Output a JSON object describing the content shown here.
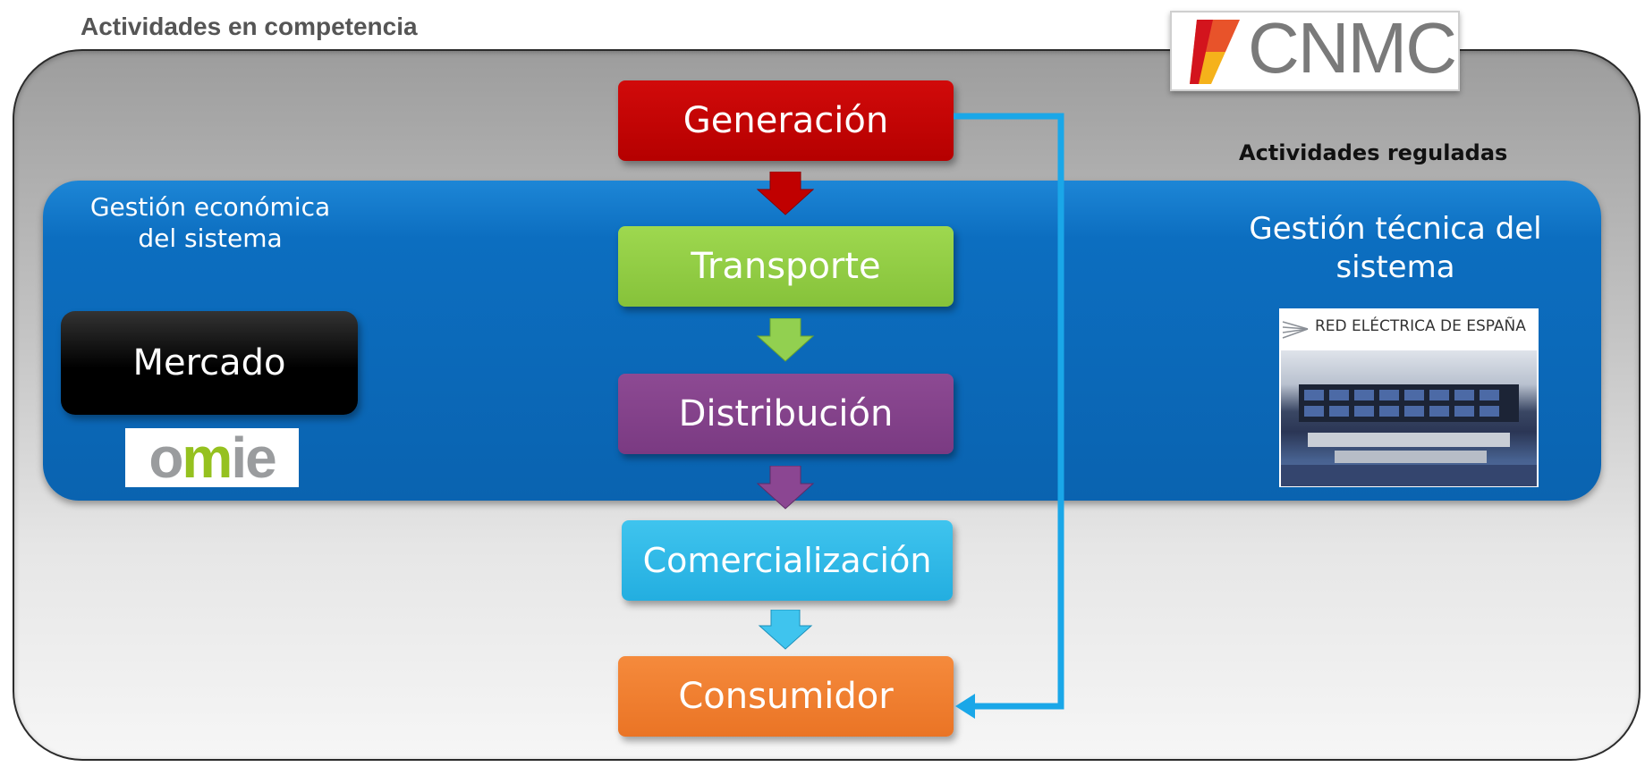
{
  "header": {
    "title": "Actividades en competencia"
  },
  "logos": {
    "cnmc": "CNMC",
    "omie": "omie",
    "ree": "RED ELÉCTRICA DE ESPAÑA"
  },
  "regulated": {
    "title": "Actividades reguladas",
    "economic_management": "Gestión económica del sistema",
    "technical_management": "Gestión técnica del sistema",
    "market": "Mercado"
  },
  "chain": {
    "nodes": [
      "Generación",
      "Transporte",
      "Distribución",
      "Comercialización",
      "Consumidor"
    ]
  },
  "colors": {
    "generacion": "#c00000",
    "transporte": "#92d050",
    "distribucion": "#7f3f88",
    "comercializacion": "#2bb5e6",
    "consumidor": "#f07f31",
    "regulated_panel": "#0a63b0",
    "bypass_arrow": "#1aa7e8"
  }
}
